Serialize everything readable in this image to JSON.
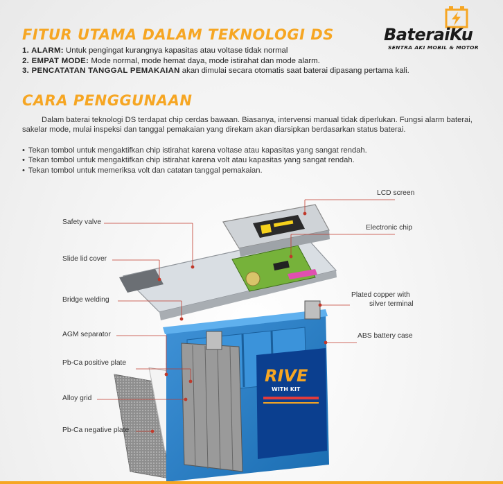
{
  "brand": {
    "name": "BateraiKu",
    "tagline": "SENTRA AKI MOBIL & MOTOR",
    "icon": "battery-bolt-icon",
    "accent": "#f6a623"
  },
  "section1": {
    "title": "FITUR UTAMA DALAM TEKNOLOGI DS",
    "items": [
      {
        "label": "1. ALARM:",
        "text": " Untuk pengingat kurangnya kapasitas atau voltase tidak normal"
      },
      {
        "label": "2. EMPAT MODE:",
        "text": " Mode normal, mode hemat daya, mode istirahat dan mode alarm."
      },
      {
        "label": "3. PENCATATAN TANGGAL PEMAKAIAN",
        "text": " akan dimulai secara otomatis saat baterai dipasang pertama kali."
      }
    ]
  },
  "section2": {
    "title": "CARA PENGGUNAAN",
    "intro": "Dalam baterai teknologi DS terdapat chip cerdas bawaan. Biasanya, intervensi manual tidak diperlukan. Fungsi alarm baterai, sakelar mode, mulai inspeksi dan tanggal pemakaian yang direkam akan diarsipkan berdasarkan status baterai.",
    "bullets": [
      "Tekan tombol untuk mengaktifkan chip istirahat karena voltase atau kapasitas yang sangat rendah.",
      "Tekan tombol untuk mengaktifkan chip istirahat karena volt atau kapasitas yang sangat rendah.",
      "Tekan tombol untuk memeriksa volt dan catatan tanggal pemakaian."
    ]
  },
  "diagram": {
    "product_brand": "RIVE",
    "product_sub": "WITH KIT",
    "labels_left": [
      "Safety valve",
      "Slide lid cover",
      "Bridge welding",
      "AGM separator",
      "Pb-Ca positive plate",
      "Alloy grid",
      "Pb-Ca negative plate"
    ],
    "labels_right": [
      "LCD screen",
      "Electronic chip",
      "Plated copper with",
      "silver terminal",
      "ABS battery case"
    ]
  }
}
